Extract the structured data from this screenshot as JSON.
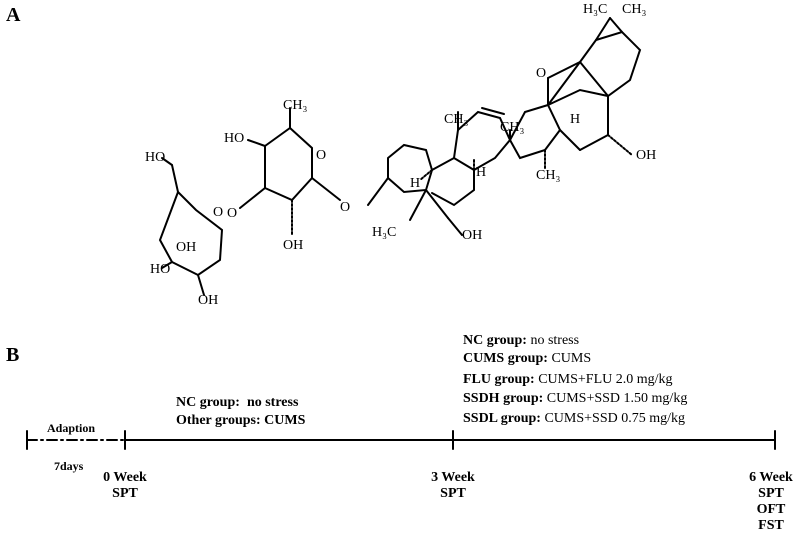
{
  "panel_a_label": "A",
  "panel_b_label": "B",
  "structure": {
    "labels": {
      "ch3_top": "CH₃",
      "h3c_top_left": "H₃C",
      "ch3_top_right": "CH₃",
      "o_bridge": "O",
      "h_bridge": "H",
      "ho_sugar_ring_a": "HO",
      "ho_primary_glc": "HO",
      "o_ring_glc": "O",
      "o_link_glc": "O",
      "ho_c4_glc": "HO",
      "oh_c3_glc": "OH",
      "oh_c2_glc": "OH",
      "o_ring_fuc": "O",
      "o_glyc": "O",
      "oh_fuc": "OH",
      "ch3_c10": "CH₃",
      "ch3_c8": "CH₃",
      "ch3_c14": "CH₃",
      "h_c9": "H",
      "h_c5": "H",
      "h3c_c4": "H₃C",
      "oh_ch2": "OH",
      "oh_c16": "OH"
    }
  },
  "timeline": {
    "adaption_label": "Adaption",
    "adaption_duration": "7days",
    "phase1": {
      "line1_group": "NC group",
      "line1_sep": ":",
      "line1_text": "no stress",
      "line2_group": "Other groups",
      "line2_sep": ":",
      "line2_text": "CUMS"
    },
    "phase2": [
      {
        "group": "NC group",
        "text": "no stress"
      },
      {
        "group": "CUMS group",
        "text": "CUMS"
      },
      {
        "group": "FLU group",
        "text": "CUMS+FLU 2.0 mg/kg"
      },
      {
        "group": "SSDH group",
        "text": "CUMS+SSD 1.50 mg/kg"
      },
      {
        "group": "SSDL group",
        "text": "CUMS+SSD 0.75 mg/kg"
      }
    ],
    "points": [
      {
        "week": "0 Week",
        "tests": [
          "SPT"
        ]
      },
      {
        "week": "3 Week",
        "tests": [
          "SPT"
        ]
      },
      {
        "week": "6 Week",
        "tests": [
          "SPT",
          "OFT",
          "FST"
        ]
      }
    ]
  }
}
